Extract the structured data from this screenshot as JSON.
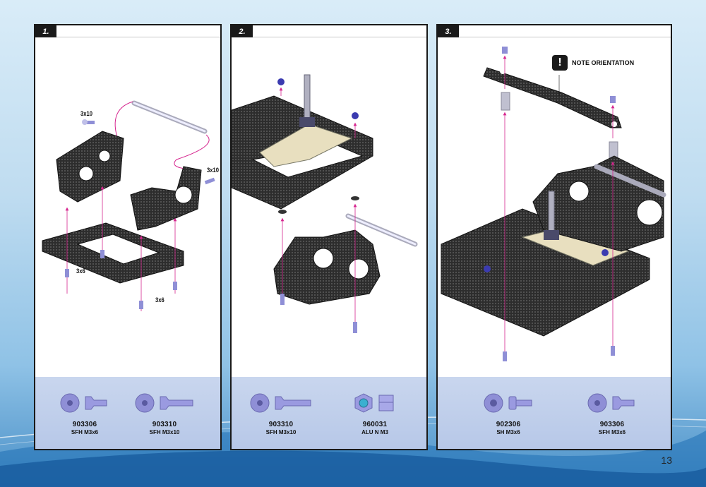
{
  "steps": [
    {
      "number": "1.",
      "labels": {
        "screw_a": "3x10",
        "screw_b": "3x10",
        "screw_c": "3x6",
        "screw_d": "3x6"
      },
      "parts": [
        {
          "code": "903306",
          "desc": "SFH M3x6",
          "icon": "flat-head-screw-icon"
        },
        {
          "code": "903310",
          "desc": "SFH M3x10",
          "icon": "flat-head-screw-icon"
        }
      ]
    },
    {
      "number": "2.",
      "parts": [
        {
          "code": "903310",
          "desc": "SFH M3x10",
          "icon": "flat-head-screw-icon"
        },
        {
          "code": "960031",
          "desc": "ALU N M3",
          "icon": "nut-icon"
        }
      ]
    },
    {
      "number": "3.",
      "note": "NOTE ORIENTATION",
      "parts": [
        {
          "code": "902306",
          "desc": "SH M3x6",
          "icon": "socket-head-screw-icon"
        },
        {
          "code": "903306",
          "desc": "SFH M3x6",
          "icon": "flat-head-screw-icon"
        }
      ]
    }
  ],
  "page_number": "13",
  "colors": {
    "arrow": "#d6268f",
    "carbon": "#2b2b2b",
    "parts_bar": "#c2d0ec",
    "screw": "#8f8fd6"
  }
}
